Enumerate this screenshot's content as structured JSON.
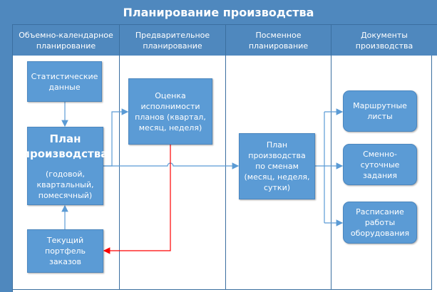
{
  "title": "Планирование производства",
  "lanes": [
    "Объемно-календарное планирование",
    "Предварительное планирование",
    "Посменное планирование",
    "Документы производства"
  ],
  "boxes": {
    "stat": "Статистические данные",
    "plan_title": "План производства",
    "plan_sub": "(годовой, квартальный, помесячный)",
    "portfolio": "Текущий портфель заказов",
    "estimate": "Оценка исполнимости планов (квартал, месяц, неделя)",
    "shift": "План производства по сменам (месяц, неделя, сутки)",
    "routes": "Маршрутные листы",
    "tasks": "Сменно-суточные задания",
    "schedule": "Расписание работы оборудования"
  },
  "colors": {
    "header": "#4f88be",
    "box": "#5b9bd5",
    "feedback": "#ff0000"
  }
}
